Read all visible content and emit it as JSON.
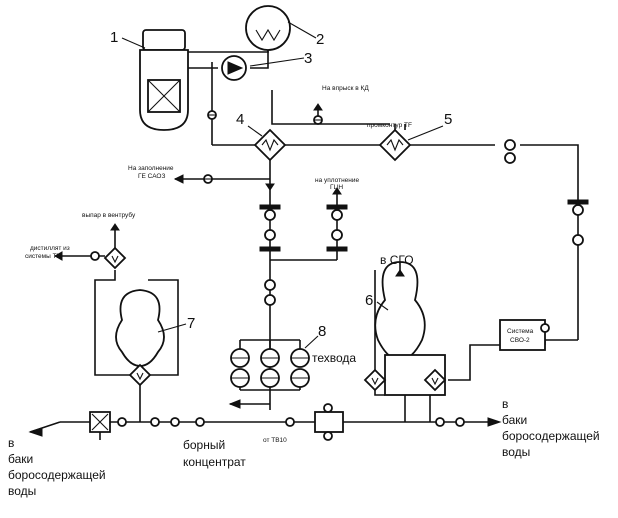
{
  "numbers": {
    "n1": "1",
    "n2": "2",
    "n3": "3",
    "n4": "4",
    "n5": "5",
    "n6": "6",
    "n7": "7",
    "n8": "8"
  },
  "labels": {
    "to_boric_tanks_left_l1": "в",
    "to_boric_tanks_left_l2": "баки",
    "to_boric_tanks_left_l3": "боросодержащей",
    "to_boric_tanks_left_l4": "воды",
    "to_boric_tanks_right_l1": "в",
    "to_boric_tanks_right_l2": "баки",
    "to_boric_tanks_right_l3": "боросодержащей",
    "to_boric_tanks_right_l4": "воды",
    "to_sgo": "в СГО",
    "tech_water": "техвода",
    "boric_conc_l1": "борный",
    "boric_conc_l2": "концентрат"
  },
  "small_labels": {
    "to_pressurizer_spray": "На впрыск в КД",
    "to_regen_hx": "промконтур ТF",
    "fill_line_l1": "На заполнение",
    "fill_line_l2": "ГЕ САОЗ",
    "to_pump_seals_l1": "на уплотнение",
    "to_pump_seals_l2": "ГЦН",
    "vent": "выпар в вентрубу",
    "distillate_l1": "дистиллят из",
    "distillate_l2": "системы TN",
    "svo2_l1": "Система",
    "svo2_l2": "СВО-2",
    "from_tb10": "от ТВ10"
  }
}
